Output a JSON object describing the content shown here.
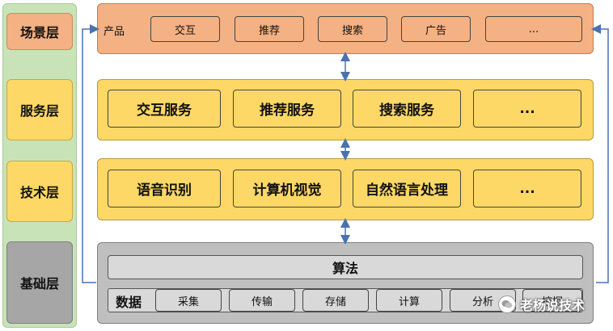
{
  "layers": [
    {
      "id": "scene",
      "label": "场景层"
    },
    {
      "id": "service",
      "label": "服务层"
    },
    {
      "id": "tech",
      "label": "技术层"
    },
    {
      "id": "base",
      "label": "基础层"
    }
  ],
  "scene": {
    "title": "产品",
    "items": [
      "交互",
      "推荐",
      "搜索",
      "广告",
      "..."
    ]
  },
  "service": {
    "items": [
      "交互服务",
      "推荐服务",
      "搜索服务",
      "..."
    ]
  },
  "tech": {
    "items": [
      "语音识别",
      "计算机视觉",
      "自然语言处理",
      "..."
    ]
  },
  "base": {
    "algorithm": "算法",
    "data_label": "数据",
    "data_items": [
      "采集",
      "传输",
      "存储",
      "计算",
      "分析",
      "挖掘"
    ]
  },
  "watermark": "老杨说技术"
}
